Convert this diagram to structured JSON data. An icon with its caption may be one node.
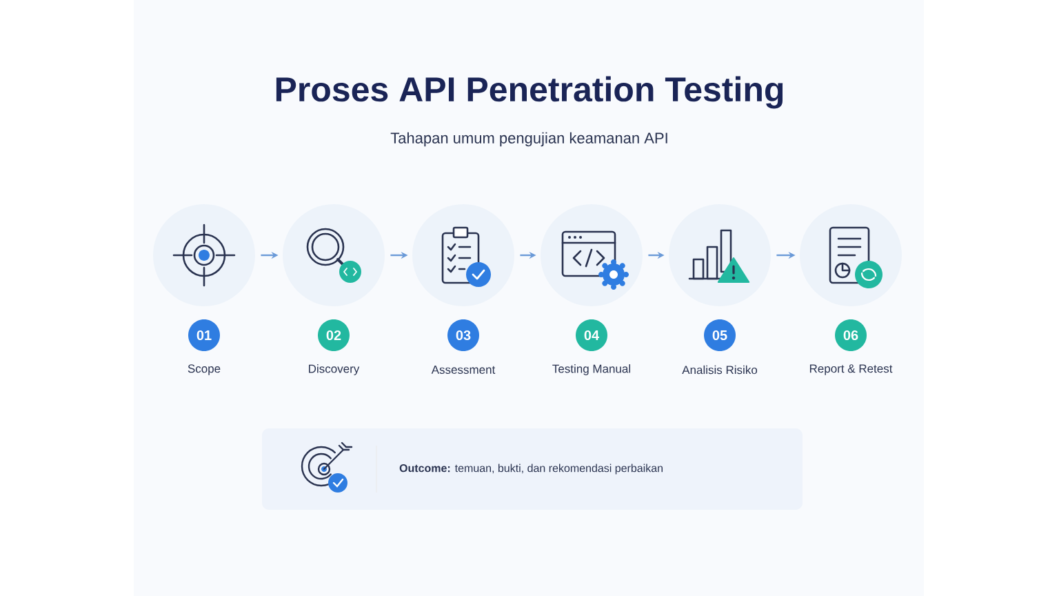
{
  "diagram": {
    "title": "Proses API Penetration Testing",
    "nodes": [
      {
        "text": [
          "01",
          "Scope"
        ]
      },
      {
        "text": [
          "02",
          "Discovery"
        ]
      },
      {
        "text": [
          "03",
          "Assessment"
        ]
      },
      {
        "text": [
          "04",
          "Testing Manual"
        ]
      },
      {
        "text": [
          "05",
          "Analisis Risiko"
        ]
      },
      {
        "text": [
          "06",
          "Report & Retest"
        ]
      },
      {
        "text": [
          "**Outcome:** temuan, bukti, dan rekomendasi perbaikan"
        ]
      }
    ],
    "edges": [
      {
        "from": 0,
        "to": 1,
        "arrow": "to"
      },
      {
        "from": 1,
        "to": 2,
        "arrow": "to"
      },
      {
        "from": 2,
        "to": 3,
        "arrow": "to"
      },
      {
        "from": 3,
        "to": 4,
        "arrow": "to"
      },
      {
        "from": 4,
        "to": 5,
        "arrow": "to"
      }
    ],
    "labels": [
      "Tahapan umum pengujian keamanan API"
    ]
  }
}
